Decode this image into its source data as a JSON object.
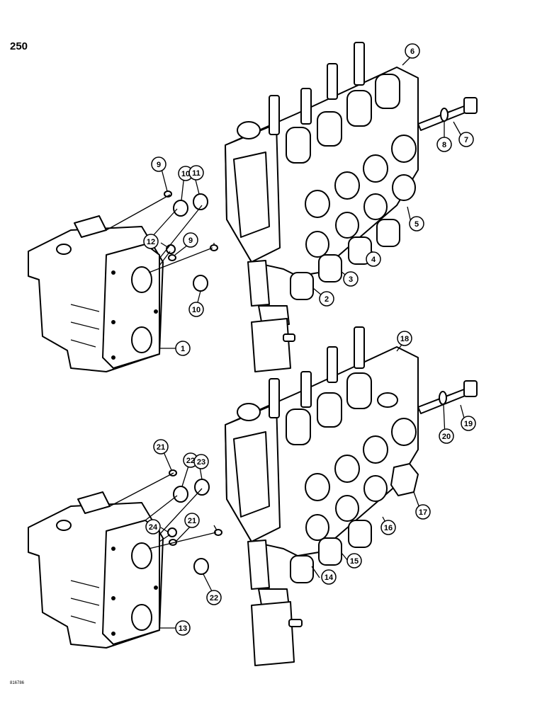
{
  "page_number": "250",
  "figure_code": "816786",
  "callouts": [
    {
      "n": "1"
    },
    {
      "n": "2"
    },
    {
      "n": "3"
    },
    {
      "n": "4"
    },
    {
      "n": "5"
    },
    {
      "n": "6"
    },
    {
      "n": "7"
    },
    {
      "n": "8"
    },
    {
      "n": "9"
    },
    {
      "n": "10"
    },
    {
      "n": "11"
    },
    {
      "n": "12"
    },
    {
      "n": "13"
    },
    {
      "n": "14"
    },
    {
      "n": "15"
    },
    {
      "n": "16"
    },
    {
      "n": "17"
    },
    {
      "n": "18"
    },
    {
      "n": "19"
    },
    {
      "n": "20"
    },
    {
      "n": "21"
    },
    {
      "n": "22"
    },
    {
      "n": "23"
    },
    {
      "n": "24"
    }
  ],
  "extra_callouts": [
    "9",
    "10",
    "21",
    "22"
  ]
}
